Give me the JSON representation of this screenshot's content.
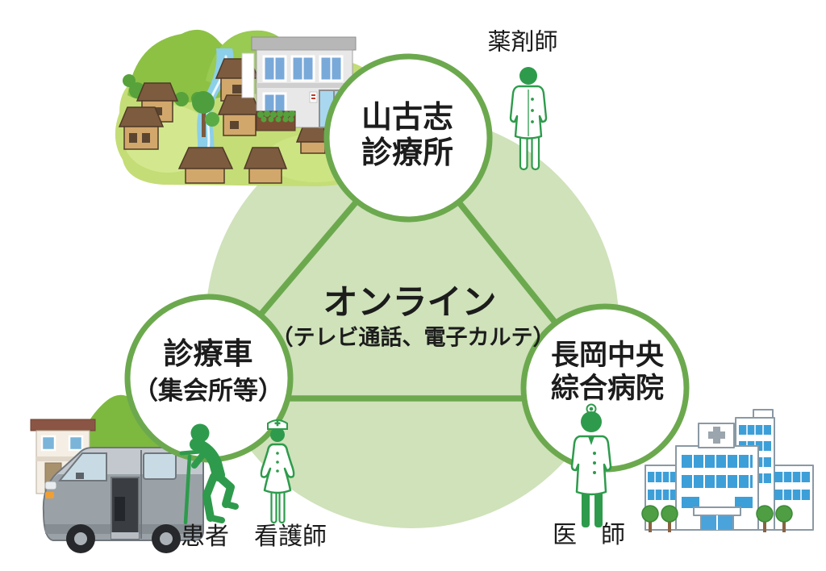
{
  "diagram": {
    "online": {
      "title": "オンライン",
      "subtitle": "（テレビ通話、電子カルテ）"
    },
    "nodes": {
      "clinic": {
        "line1": "山古志",
        "line2": "診療所"
      },
      "mobile_clinic": {
        "line1": "診療車",
        "line2": "（集会所等）"
      },
      "hospital": {
        "line1": "長岡中央",
        "line2": "綜合病院"
      }
    },
    "people": {
      "pharmacist": {
        "label": "薬剤師",
        "icon": "pharmacist-figure"
      },
      "patient": {
        "label": "患者",
        "icon": "elderly-patient-figure"
      },
      "nurse": {
        "label": "看護師",
        "icon": "nurse-figure"
      },
      "doctor": {
        "label": "医　師",
        "icon": "doctor-figure"
      }
    },
    "illustrations": {
      "village": "mountain-village-illustration",
      "van": "medical-care-van-illustration",
      "hospital_building": "general-hospital-building-illustration"
    },
    "palette": {
      "accent_green": "#6ca94e",
      "light_green_fill": "#cfe2ba",
      "figure_green": "#2e9b4c",
      "text": "#1c1c1c"
    }
  }
}
